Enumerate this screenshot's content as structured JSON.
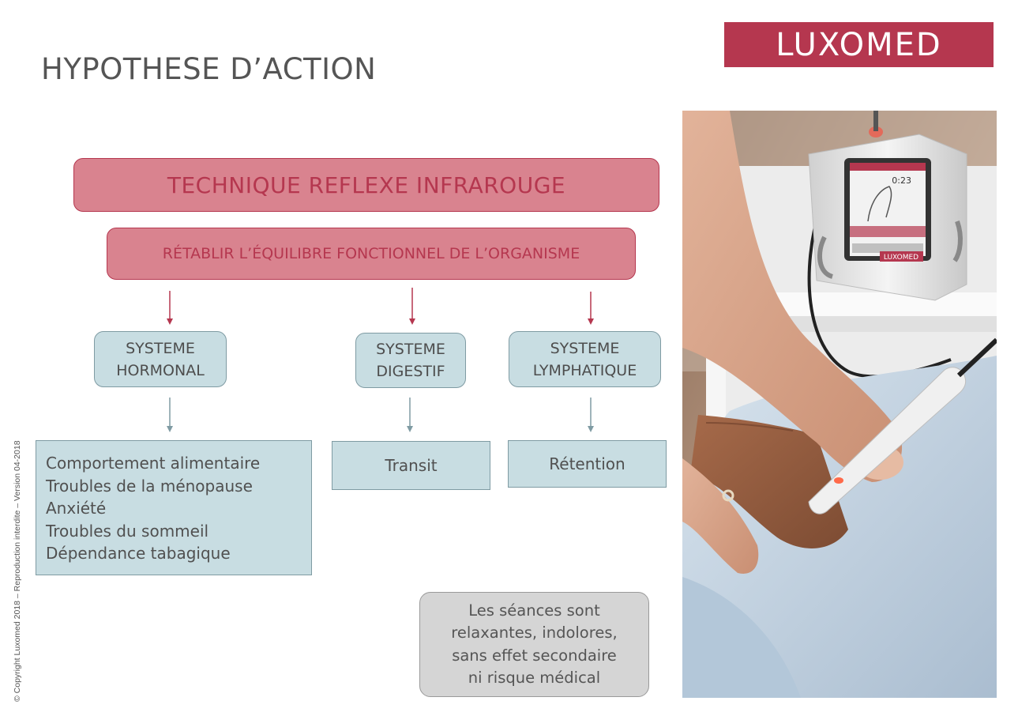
{
  "page_title": "HYPOTHESE D’ACTION",
  "logo": {
    "text": "LUXOMED",
    "color": "#b5374f"
  },
  "diagram": {
    "technique": "TECHNIQUE REFLEXE INFRAROUGE",
    "objective": "RÉTABLIR L’ÉQUILIBRE FONCTIONNEL DE L’ORGANISME",
    "systems": [
      {
        "line1": "SYSTEME",
        "line2": "HORMONAL"
      },
      {
        "line1": "SYSTEME",
        "line2": "DIGESTIF"
      },
      {
        "line1": "SYSTEME",
        "line2": "LYMPHATIQUE"
      }
    ],
    "effects": {
      "hormonal": [
        "Comportement alimentaire",
        "Troubles de la ménopause",
        "Anxiété",
        "Troubles du sommeil",
        "Dépendance tabagique"
      ],
      "digestif": "Transit",
      "lymphatique": "Rétention"
    }
  },
  "note": [
    "Les séances sont",
    "relaxantes, indolores,",
    "sans effet secondaire",
    "ni risque médical"
  ],
  "copyright": "© Copyright Luxomed 2018 – Reproduction interdite – Version 04-2018",
  "photo": {
    "device_timer": "0:23",
    "device_logo": "LUXOMED"
  },
  "colors": {
    "accent_red": "#b5374f",
    "red_fill": "#d9838f",
    "blue_fill": "#c8dde2",
    "blue_border": "#7f9ba3",
    "arrow_blue": "#7f9ba3",
    "note_fill": "#d5d5d5"
  }
}
